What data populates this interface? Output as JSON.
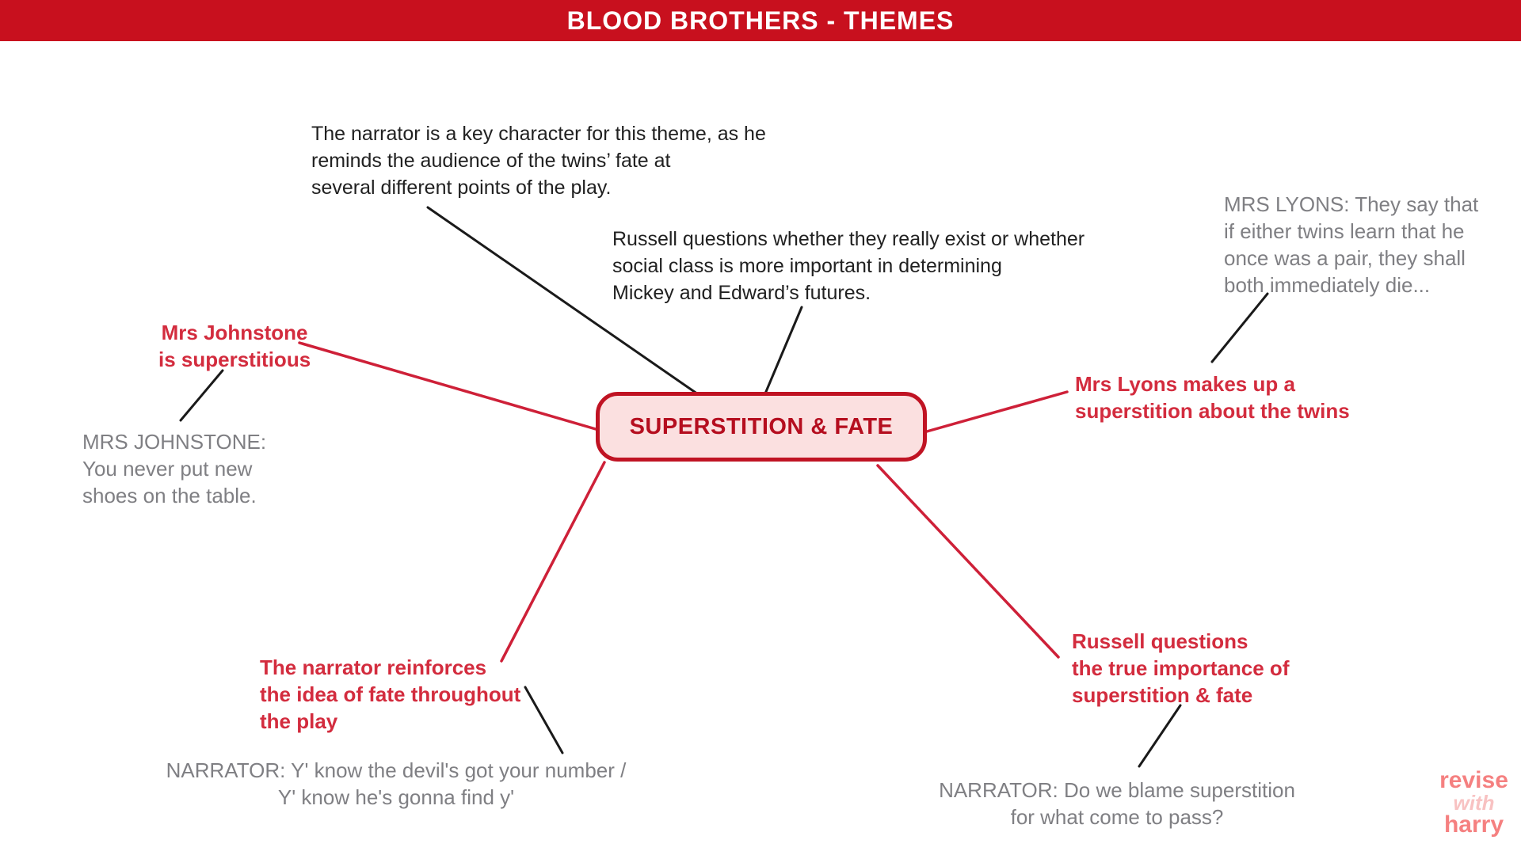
{
  "header": {
    "title": "BLOOD BROTHERS - THEMES"
  },
  "node": {
    "label": "SUPERSTITION & FATE"
  },
  "annotations": {
    "narrator_key_note": "The narrator is a key character for this theme, as he\nreminds the audience of the twins’ fate at\nseveral different points of the play.",
    "russell_exist_note": "Russell questions whether they really exist or whether\nsocial class is more important in determining\nMickey and Edward’s futures."
  },
  "branch_labels": {
    "mrs_johnstone": "Mrs Johnstone\nis superstitious",
    "mrs_lyons": "Mrs Lyons makes up a\nsuperstition about the twins",
    "narrator_reinforces": "The narrator reinforces\nthe idea of fate throughout\nthe play",
    "russell_importance": "Russell questions\nthe true importance of\nsuperstition & fate"
  },
  "quotes": {
    "mrs_johnstone_quote": "MRS JOHNSTONE:\nYou never put new\nshoes on the table.",
    "mrs_lyons_quote": "MRS LYONS: They say that\nif either twins learn that he\nonce was a pair, they shall\nboth immediately die...",
    "narrator_devil_quote": "NARRATOR: Y' know the devil's got your number /\nY' know he's gonna find y'",
    "narrator_blame_quote": "NARRATOR: Do we blame superstition\nfor what come to pass?"
  },
  "logo": {
    "line1": "revise",
    "line2": "with",
    "line3": "harry"
  },
  "colors": {
    "header_red": "#C8101E",
    "node_fill": "#FBE0E0",
    "node_border": "#C01323",
    "node_text": "#B50E1F",
    "label_red": "#D32C3E",
    "line_red": "#CE2038",
    "line_black": "#1A1A1A",
    "quote_gray": "#7F7F83",
    "text_black": "#212121",
    "logo_coral": "#F58080",
    "logo_with": "#F8C2C2"
  }
}
